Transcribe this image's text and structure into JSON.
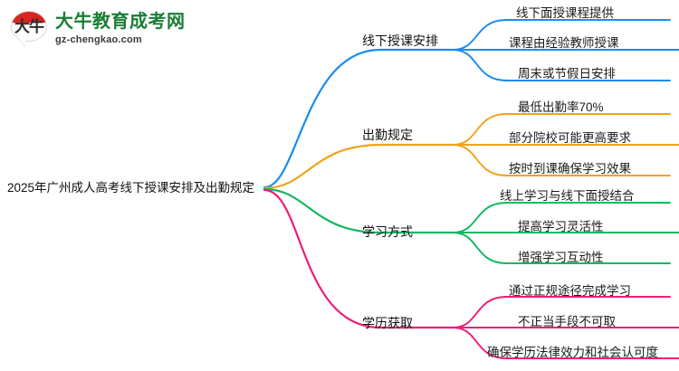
{
  "logo": {
    "mark_glyph": "大牛",
    "title": "大牛教育成考网",
    "domain": "gz-chengkao.com",
    "mark_color": "#d9231f",
    "title_color": "#1a7d33"
  },
  "mindmap": {
    "root": {
      "label": "2025年广州成人高考线下授课安排及出勤规定"
    },
    "branches": [
      {
        "label": "线下授课安排",
        "color": "#1a8cf0",
        "leaves": [
          {
            "label": "线下面授课程提供"
          },
          {
            "label": "课程由经验教师授课"
          },
          {
            "label": "周末或节假日安排"
          }
        ]
      },
      {
        "label": "出勤规定",
        "color": "#f0a31a",
        "leaves": [
          {
            "label": "最低出勤率70%"
          },
          {
            "label": "部分院校可能更高要求"
          },
          {
            "label": "按时到课确保学习效果"
          }
        ]
      },
      {
        "label": "学习方式",
        "color": "#10b861",
        "leaves": [
          {
            "label": "线上学习与线下面授结合"
          },
          {
            "label": "提高学习灵活性"
          },
          {
            "label": "增强学习互动性"
          }
        ]
      },
      {
        "label": "学历获取",
        "color": "#ec1e79",
        "leaves": [
          {
            "label": "通过正规途径完成学习"
          },
          {
            "label": "不正当手段不可取"
          },
          {
            "label": "确保学历法律效力和社会认可度"
          }
        ]
      }
    ]
  }
}
